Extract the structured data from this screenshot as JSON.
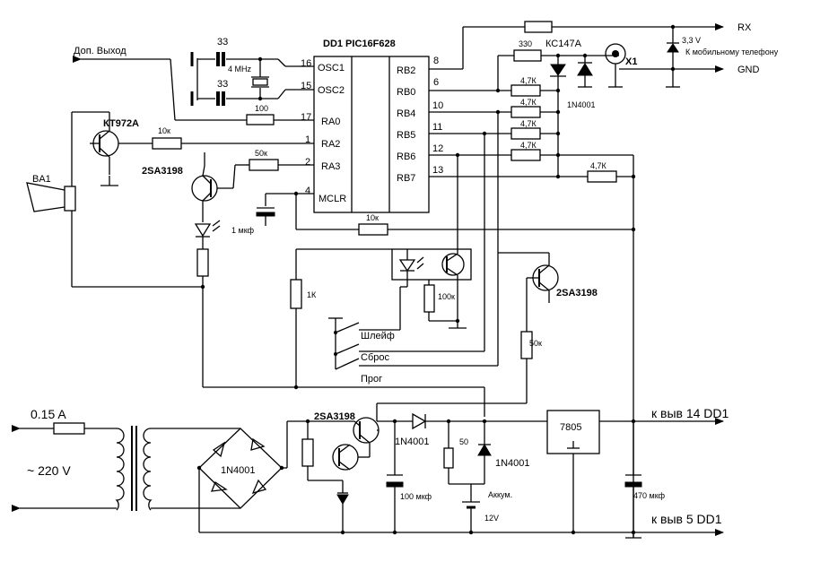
{
  "chip": {
    "title": "DD1 PIC16F628",
    "left_pins": [
      {
        "num": "16",
        "name": "OSC1"
      },
      {
        "num": "15",
        "name": "OSC2"
      },
      {
        "num": "17",
        "name": "RA0"
      },
      {
        "num": "1",
        "name": "RA2"
      },
      {
        "num": "2",
        "name": "RA3"
      },
      {
        "num": "4",
        "name": "MCLR"
      }
    ],
    "right_pins": [
      {
        "num": "8",
        "name": "RB2"
      },
      {
        "num": "6",
        "name": "RB0"
      },
      {
        "num": "10",
        "name": "RB4"
      },
      {
        "num": "11",
        "name": "RB5"
      },
      {
        "num": "12",
        "name": "RB6"
      },
      {
        "num": "13",
        "name": "RB7"
      }
    ]
  },
  "labels": {
    "aux_output": "Доп. Выход",
    "cap_33a": "33",
    "cap_33b": "33",
    "crystal": "4 MHz",
    "r100": "100",
    "r10k_a": "10к",
    "r50k_a": "50к",
    "r10k_b": "10к",
    "transistor_kt972a": "КТ972А",
    "transistor_2sa_a": "2SA3198",
    "transistor_2sa_b": "2SA3198",
    "transistor_2sa_c": "2SA3198",
    "speaker": "BA1",
    "cap_1mkf": "1 мкф",
    "r1k": "1К",
    "r100k": "100к",
    "r50k_b": "50к",
    "r330": "330",
    "zener": "КС147А",
    "x1": "X1",
    "diode_1n4001_top": "1N4001",
    "r47k": [
      "4,7К",
      "4,7К",
      "4,7К",
      "4,7К"
    ],
    "r47k_rb7": "4,7К",
    "rx": "RX",
    "v33": "3,3 V",
    "phone": "К мобильному телефону",
    "gnd": "GND",
    "sw_loop": "Шлейф",
    "sw_reset": "Сброс",
    "sw_prog": "Прог",
    "fuse_current": "0.15 A",
    "mains": "~ 220 V",
    "bridge": "1N4001",
    "diode_a": "1N4001",
    "diode_b": "1N4001",
    "r50": "50",
    "c100": "100 мкф",
    "battery": "Аккум.",
    "battery_v": "12V",
    "regulator": "7805",
    "c470": "470 мкф",
    "pin14": "к выв 14 DD1",
    "pin5": "к выв 5 DD1"
  }
}
